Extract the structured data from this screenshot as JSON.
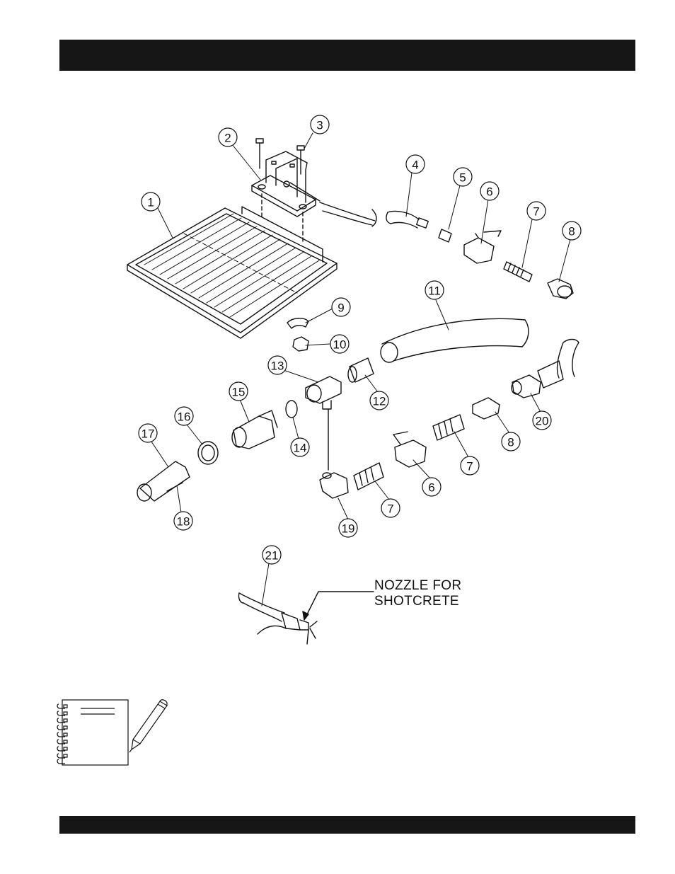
{
  "callouts": [
    "1",
    "2",
    "3",
    "4",
    "5",
    "6",
    "7",
    "8",
    "9",
    "10",
    "11",
    "12",
    "13",
    "14",
    "15",
    "16",
    "17",
    "18",
    "19",
    "6",
    "7",
    "8",
    "7",
    "20",
    "21"
  ],
  "nozzle_label": {
    "line1": "NOZZLE FOR",
    "line2": "SHOTCRETE"
  },
  "icons": {
    "notebook": "notebook-icon",
    "pencil": "pencil-icon"
  },
  "colors": {
    "bar": "#161616",
    "ink": "#111111",
    "paper": "#ffffff"
  }
}
